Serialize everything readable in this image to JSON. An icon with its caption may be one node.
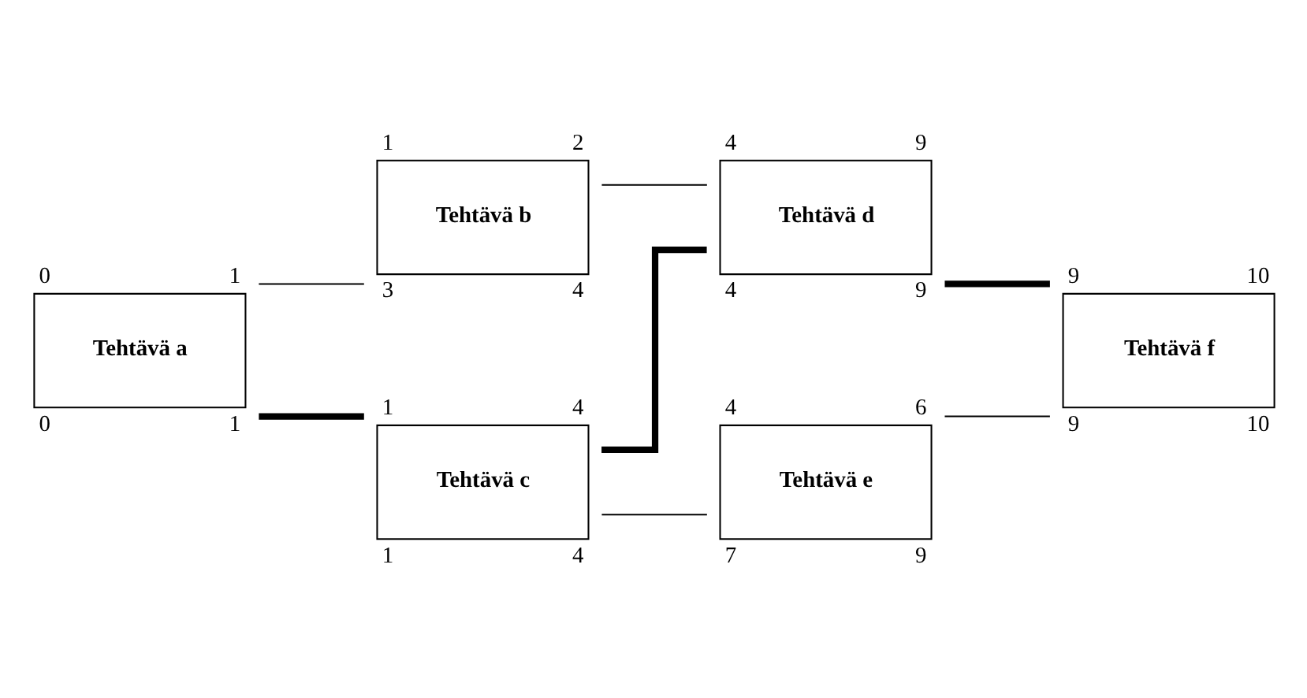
{
  "diagram": {
    "nodes": [
      {
        "text": [
          "Tehtävä a"
        ],
        "beside": [
          "0",
          "1",
          "0",
          "1"
        ]
      },
      {
        "text": [
          "Tehtävä b"
        ],
        "beside": [
          "1",
          "2",
          "3",
          "4"
        ]
      },
      {
        "text": [
          "Tehtävä c"
        ],
        "beside": [
          "1",
          "4",
          "1",
          "4"
        ]
      },
      {
        "text": [
          "Tehtävä d"
        ],
        "beside": [
          "4",
          "9",
          "4",
          "9"
        ]
      },
      {
        "text": [
          "Tehtävä e"
        ],
        "beside": [
          "4",
          "6",
          "7",
          "9"
        ]
      },
      {
        "text": [
          "Tehtävä f"
        ],
        "beside": [
          "9",
          "10",
          "9",
          "10"
        ]
      }
    ],
    "edges": [
      {
        "from": 0,
        "to": 1,
        "arrow": "none"
      },
      {
        "from": 0,
        "to": 2,
        "arrow": "none",
        "style": "thick"
      },
      {
        "from": 1,
        "to": 3,
        "arrow": "none"
      },
      {
        "from": 2,
        "to": 3,
        "arrow": "none",
        "style": "thick"
      },
      {
        "from": 2,
        "to": 4,
        "arrow": "none"
      },
      {
        "from": 3,
        "to": 5,
        "arrow": "none",
        "style": "thick"
      },
      {
        "from": 4,
        "to": 5,
        "arrow": "none"
      }
    ]
  }
}
